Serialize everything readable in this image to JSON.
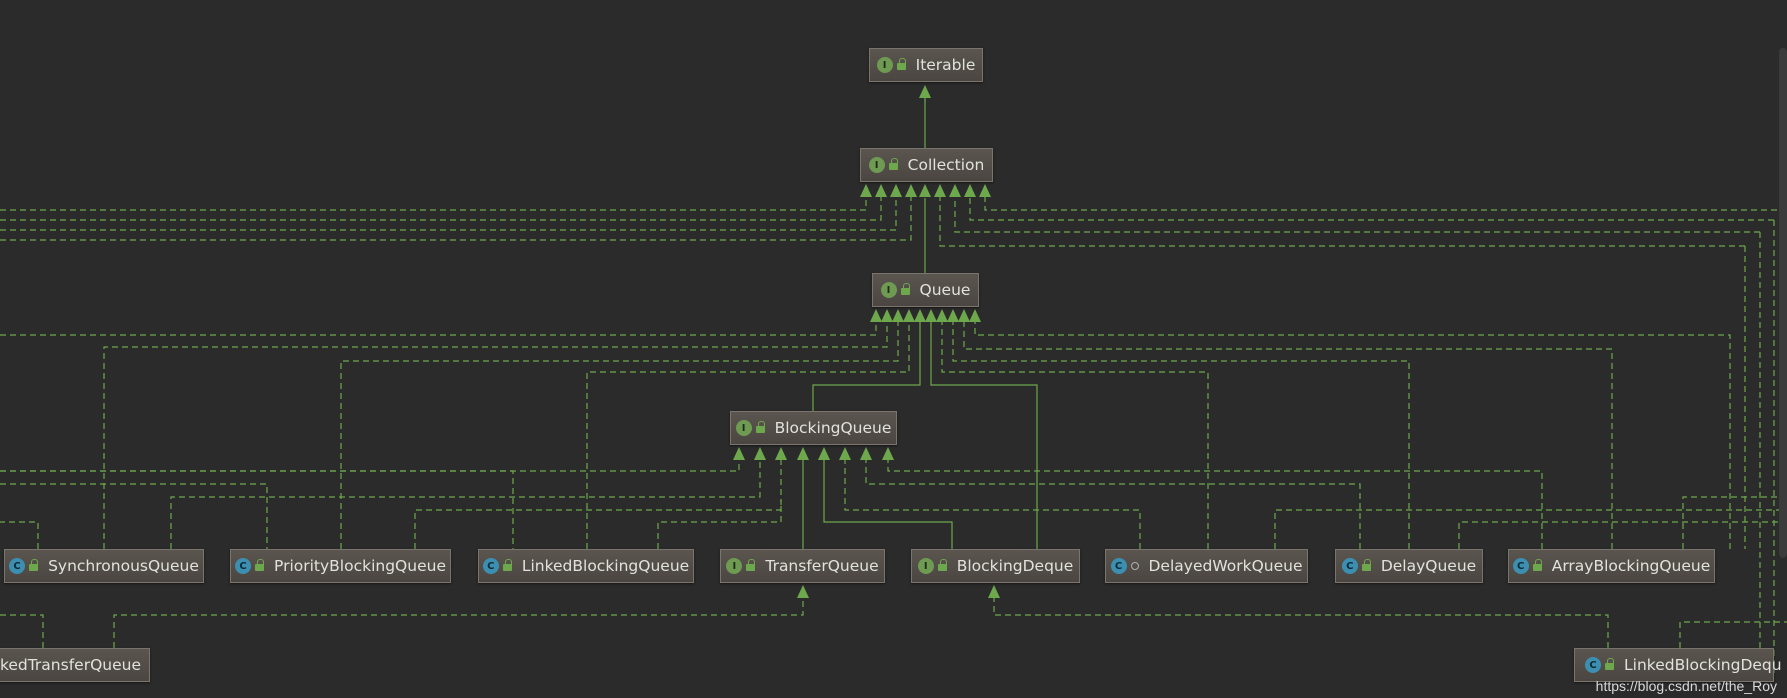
{
  "diagram": {
    "nodes": {
      "iterable": {
        "label": "Iterable",
        "kind": "I",
        "mod": "lock"
      },
      "collection": {
        "label": "Collection",
        "kind": "I",
        "mod": "lock"
      },
      "queue": {
        "label": "Queue",
        "kind": "I",
        "mod": "lock"
      },
      "blockingQueue": {
        "label": "BlockingQueue",
        "kind": "I",
        "mod": "lock"
      },
      "synchronousQueue": {
        "label": "SynchronousQueue",
        "kind": "C",
        "mod": "lock"
      },
      "priorityBlockingQueue": {
        "label": "PriorityBlockingQueue",
        "kind": "C",
        "mod": "lock"
      },
      "linkedBlockingQueue": {
        "label": "LinkedBlockingQueue",
        "kind": "C",
        "mod": "lock"
      },
      "transferQueue": {
        "label": "TransferQueue",
        "kind": "I",
        "mod": "lock"
      },
      "blockingDeque": {
        "label": "BlockingDeque",
        "kind": "I",
        "mod": "lock"
      },
      "delayedWorkQueue": {
        "label": "DelayedWorkQueue",
        "kind": "C",
        "mod": "dot"
      },
      "delayQueue": {
        "label": "DelayQueue",
        "kind": "C",
        "mod": "lock"
      },
      "arrayBlockingQueue": {
        "label": "ArrayBlockingQueue",
        "kind": "C",
        "mod": "lock"
      },
      "linkedTransferQueue": {
        "label": "nkedTransferQueue",
        "kind": "",
        "mod": ""
      },
      "linkedBlockingDeque": {
        "label": "LinkedBlockingDequ",
        "kind": "C",
        "mod": "lock"
      }
    },
    "colors": {
      "background": "#2b2b2b",
      "edge": "#6ea84d",
      "interface_badge": "#6e9a52",
      "class_badge": "#3c8fb0"
    }
  },
  "watermark": "https://blog.csdn.net/the_Roy"
}
